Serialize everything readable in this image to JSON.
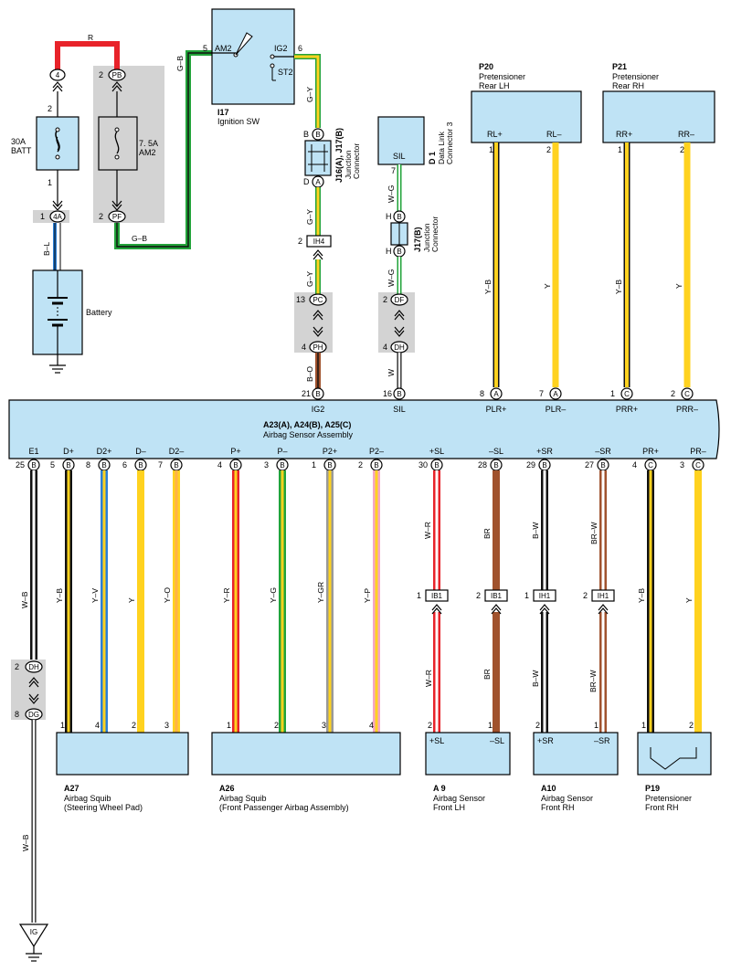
{
  "power_top_wire": {
    "color_code": "R"
  },
  "batt_fuse": {
    "rating": "30A",
    "name": "BATT",
    "top_pin": "2",
    "bottom_pin": "1",
    "conn_top": "4",
    "conn_bottom_pin": "1",
    "conn_bottom": "4A"
  },
  "am2_fuse": {
    "rating": "7. 5A",
    "name": "AM2",
    "conn_top_pin": "2",
    "conn_top": "PB",
    "conn_bottom_pin": "2",
    "conn_bottom": "PF"
  },
  "battery": {
    "label": "Battery",
    "wire": "B–L"
  },
  "ignition_sw": {
    "id": "I17",
    "name": "Ignition SW",
    "pin_am2": "5",
    "term_am2": "AM2",
    "pin_ig2": "6",
    "term_ig2": "IG2",
    "term_st2": "ST2",
    "wire_in": "G–B",
    "wire_in_bottom": "G–B",
    "wire_out": "G–Y"
  },
  "j16": {
    "title": "J16(A), J17(B)",
    "sub1": "Junction",
    "sub2": "Connector",
    "pin_b": "B",
    "pin_a": "A",
    "b_letter": "B",
    "d_letter": "D",
    "wire_below": "G–Y"
  },
  "ih4": {
    "pin": "2",
    "code": "IH4",
    "wire_below": "G–Y"
  },
  "pc_ph": {
    "top_pin": "13",
    "top": "PC",
    "bottom_pin": "4",
    "bottom": "PH",
    "wire": "B–O"
  },
  "dlc": {
    "id": "D 1",
    "name1": "Data Link",
    "name2": "Connector 3",
    "term": "SIL",
    "pin": "7",
    "wire": "W–G"
  },
  "j17": {
    "title": "J17(B)",
    "sub1": "Junction",
    "sub2": "Connector",
    "h_top": "H",
    "b": "B",
    "wire_below": "W–G"
  },
  "df_dh": {
    "top_pin": "2",
    "top": "DF",
    "bottom_pin": "4",
    "bottom": "DH",
    "wire": "W"
  },
  "p20": {
    "id": "P20",
    "name1": "Pretensioner",
    "name2": "Rear LH",
    "t1": "RL+",
    "t2": "RL–",
    "pin1": "1",
    "pin2": "2",
    "w1": "Y–B",
    "w2": "Y"
  },
  "p21": {
    "id": "P21",
    "name1": "Pretensioner",
    "name2": "Rear RH",
    "t1": "RR+",
    "t2": "RR–",
    "pin1": "1",
    "pin2": "2",
    "w1": "Y–B",
    "w2": "Y"
  },
  "ecu": {
    "title": "A23(A), A24(B), A25(C)",
    "name": "Airbag Sensor Assembly",
    "top_pins": [
      {
        "num": "21",
        "conn": "B",
        "term": "IG2"
      },
      {
        "num": "16",
        "conn": "B",
        "term": "SIL"
      },
      {
        "num": "8",
        "conn": "A",
        "term": "PLR+"
      },
      {
        "num": "7",
        "conn": "A",
        "term": "PLR–"
      },
      {
        "num": "1",
        "conn": "C",
        "term": "PRR+"
      },
      {
        "num": "2",
        "conn": "C",
        "term": "PRR–"
      }
    ],
    "bottom_pins": [
      {
        "num": "25",
        "conn": "B",
        "term": "E1"
      },
      {
        "num": "5",
        "conn": "B",
        "term": "D+"
      },
      {
        "num": "8",
        "conn": "B",
        "term": "D2+"
      },
      {
        "num": "6",
        "conn": "B",
        "term": "D–"
      },
      {
        "num": "7",
        "conn": "B",
        "term": "D2–"
      },
      {
        "num": "4",
        "conn": "B",
        "term": "P+"
      },
      {
        "num": "3",
        "conn": "B",
        "term": "P–"
      },
      {
        "num": "1",
        "conn": "B",
        "term": "P2+"
      },
      {
        "num": "2",
        "conn": "B",
        "term": "P2–"
      },
      {
        "num": "30",
        "conn": "B",
        "term": "+SL"
      },
      {
        "num": "28",
        "conn": "B",
        "term": "–SL"
      },
      {
        "num": "29",
        "conn": "B",
        "term": "+SR"
      },
      {
        "num": "27",
        "conn": "B",
        "term": "–SR"
      },
      {
        "num": "4",
        "conn": "C",
        "term": "PR+"
      },
      {
        "num": "3",
        "conn": "C",
        "term": "PR–"
      }
    ]
  },
  "bottom_wires": [
    "W–B",
    "Y–B",
    "Y–V",
    "Y",
    "Y–O",
    "Y–R",
    "Y–G",
    "Y–GR",
    "Y–P",
    "W–R",
    "BR",
    "B–W",
    "BR–W",
    "Y–B",
    "Y"
  ],
  "lower_wires": {
    "sl_plus": "W–R",
    "sl_minus": "BR",
    "sr_plus": "B–W",
    "sr_minus": "BR–W"
  },
  "inline": [
    {
      "pin": "1",
      "code": "IB1"
    },
    {
      "pin": "2",
      "code": "IB1"
    },
    {
      "pin": "1",
      "code": "IH1"
    },
    {
      "pin": "2",
      "code": "IH1"
    }
  ],
  "dh_dg": {
    "top_pin": "2",
    "top": "DH",
    "bottom_pin": "8",
    "bottom": "DG",
    "wire_below": "W–B"
  },
  "a27": {
    "id": "A27",
    "name1": "Airbag Squib",
    "name2": "(Steering Wheel Pad)",
    "pins": [
      "1",
      "4",
      "2",
      "3"
    ]
  },
  "a26": {
    "id": "A26",
    "name1": "Airbag Squib",
    "name2": "(Front Passenger Airbag Assembly)",
    "pins": [
      "1",
      "2",
      "3",
      "4"
    ]
  },
  "a9": {
    "id": "A 9",
    "name1": "Airbag Sensor",
    "name2": "Front LH",
    "pins": [
      "2",
      "1"
    ],
    "t1": "+SL",
    "t2": "–SL"
  },
  "a10": {
    "id": "A10",
    "name1": "Airbag Sensor",
    "name2": "Front RH",
    "pins": [
      "2",
      "1"
    ],
    "t1": "+SR",
    "t2": "–SR"
  },
  "p19": {
    "id": "P19",
    "name1": "Pretensioner",
    "name2": "Front RH",
    "pins": [
      "1",
      "2"
    ]
  },
  "ground": {
    "label": "IG"
  },
  "colors": {
    "box_fill": "#bfe3f5",
    "gray": "#d3d3d3",
    "red": "#e8232a",
    "yellow": "#ffd21f",
    "green": "#22a33a",
    "blue": "#2a7fd6",
    "brown": "#a0522d",
    "black": "#111111",
    "white": "#ffffff"
  }
}
